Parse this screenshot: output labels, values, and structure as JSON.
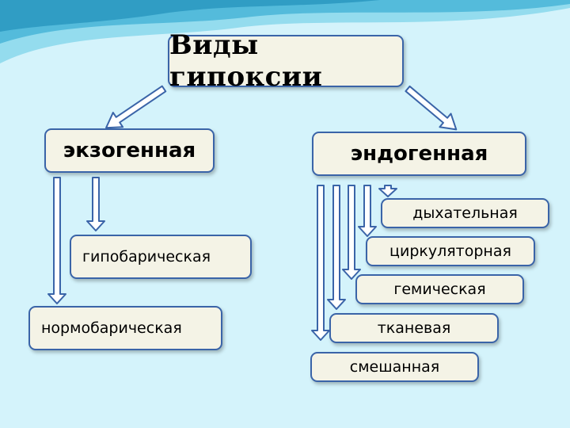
{
  "diagram": {
    "title": "Виды гипоксии",
    "exogenous": {
      "label": "экзогенная",
      "children": [
        "гипобарическая",
        "нормобарическая"
      ]
    },
    "endogenous": {
      "label": "эндогенная",
      "children": [
        "дыхательная",
        "циркуляторная",
        "гемическая",
        "тканевая",
        "смешанная"
      ]
    }
  },
  "colors": {
    "background": "#d4f3fb",
    "box_fill": "#f4f3e6",
    "box_border": "#3a64a8",
    "arrow_fill": "#ffffff",
    "arrow_stroke": "#3a64a8"
  }
}
